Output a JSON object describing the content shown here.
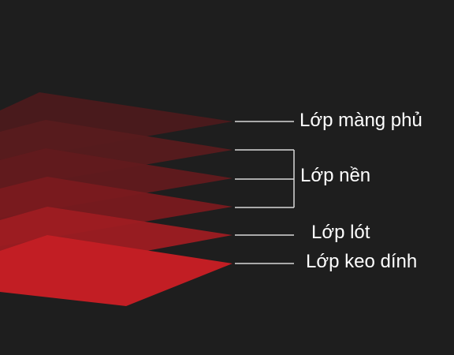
{
  "layers": [
    {
      "label": "Lớp màng phủ",
      "color": "#5a1a1d"
    },
    {
      "label": "Lớp nền",
      "color": "#6b191d"
    },
    {
      "label": "Lớp lót",
      "color": "#b11c22"
    },
    {
      "label": "Lớp keo dính",
      "color": "#c41e24"
    }
  ],
  "colors": {
    "background": "#1e1e1e",
    "leader_line": "#d9d9d9",
    "label_text": "#ffffff"
  }
}
